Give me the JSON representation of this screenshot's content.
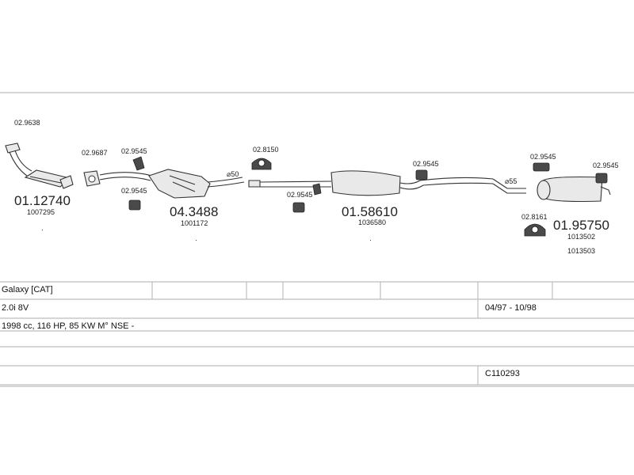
{
  "parts": [
    {
      "id": "front_pipe",
      "code": "01.12740",
      "ref": "1007295"
    },
    {
      "id": "catalyst",
      "code": "04.3488",
      "ref": "1001172"
    },
    {
      "id": "middle_silencer",
      "code": "01.58610",
      "ref": "1036580"
    },
    {
      "id": "rear_silencer",
      "code": "01.95750",
      "ref": "1013502",
      "ref2": "1013503"
    }
  ],
  "small_parts": {
    "p1": "02.9638",
    "p2": "02.9687",
    "p3": "02.9545",
    "p4": "02.9545",
    "p5": "02.8150",
    "p6": "02.9545",
    "p7": "02.9545",
    "p8": "02.9545",
    "p9": "02.8161",
    "p10": "02.9545"
  },
  "diameters": {
    "d1": "⌀50",
    "d2": "⌀55"
  },
  "table": {
    "model": "Galaxy  [CAT]",
    "engine": "2.0i  8V",
    "period": "04/97 - 10/98",
    "spec": "1998 cc, 116 HP, 85 KW M° NSE -",
    "catalog": "C110293"
  }
}
